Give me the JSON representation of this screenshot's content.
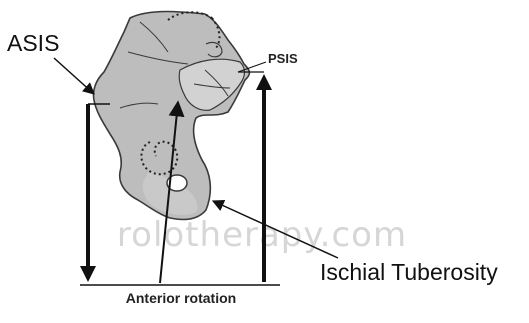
{
  "labels": {
    "asis": "ASIS",
    "psis": "PSIS",
    "ischial_tuberosity": "Ischial Tuberosity",
    "caption": "Anterior rotation"
  },
  "watermark": "rolotherapy.com",
  "colors": {
    "bone_fill": "#bdbdbd",
    "bone_stroke": "#3a3a3a",
    "arrow": "#111111",
    "watermark": "#d6d6d6"
  }
}
